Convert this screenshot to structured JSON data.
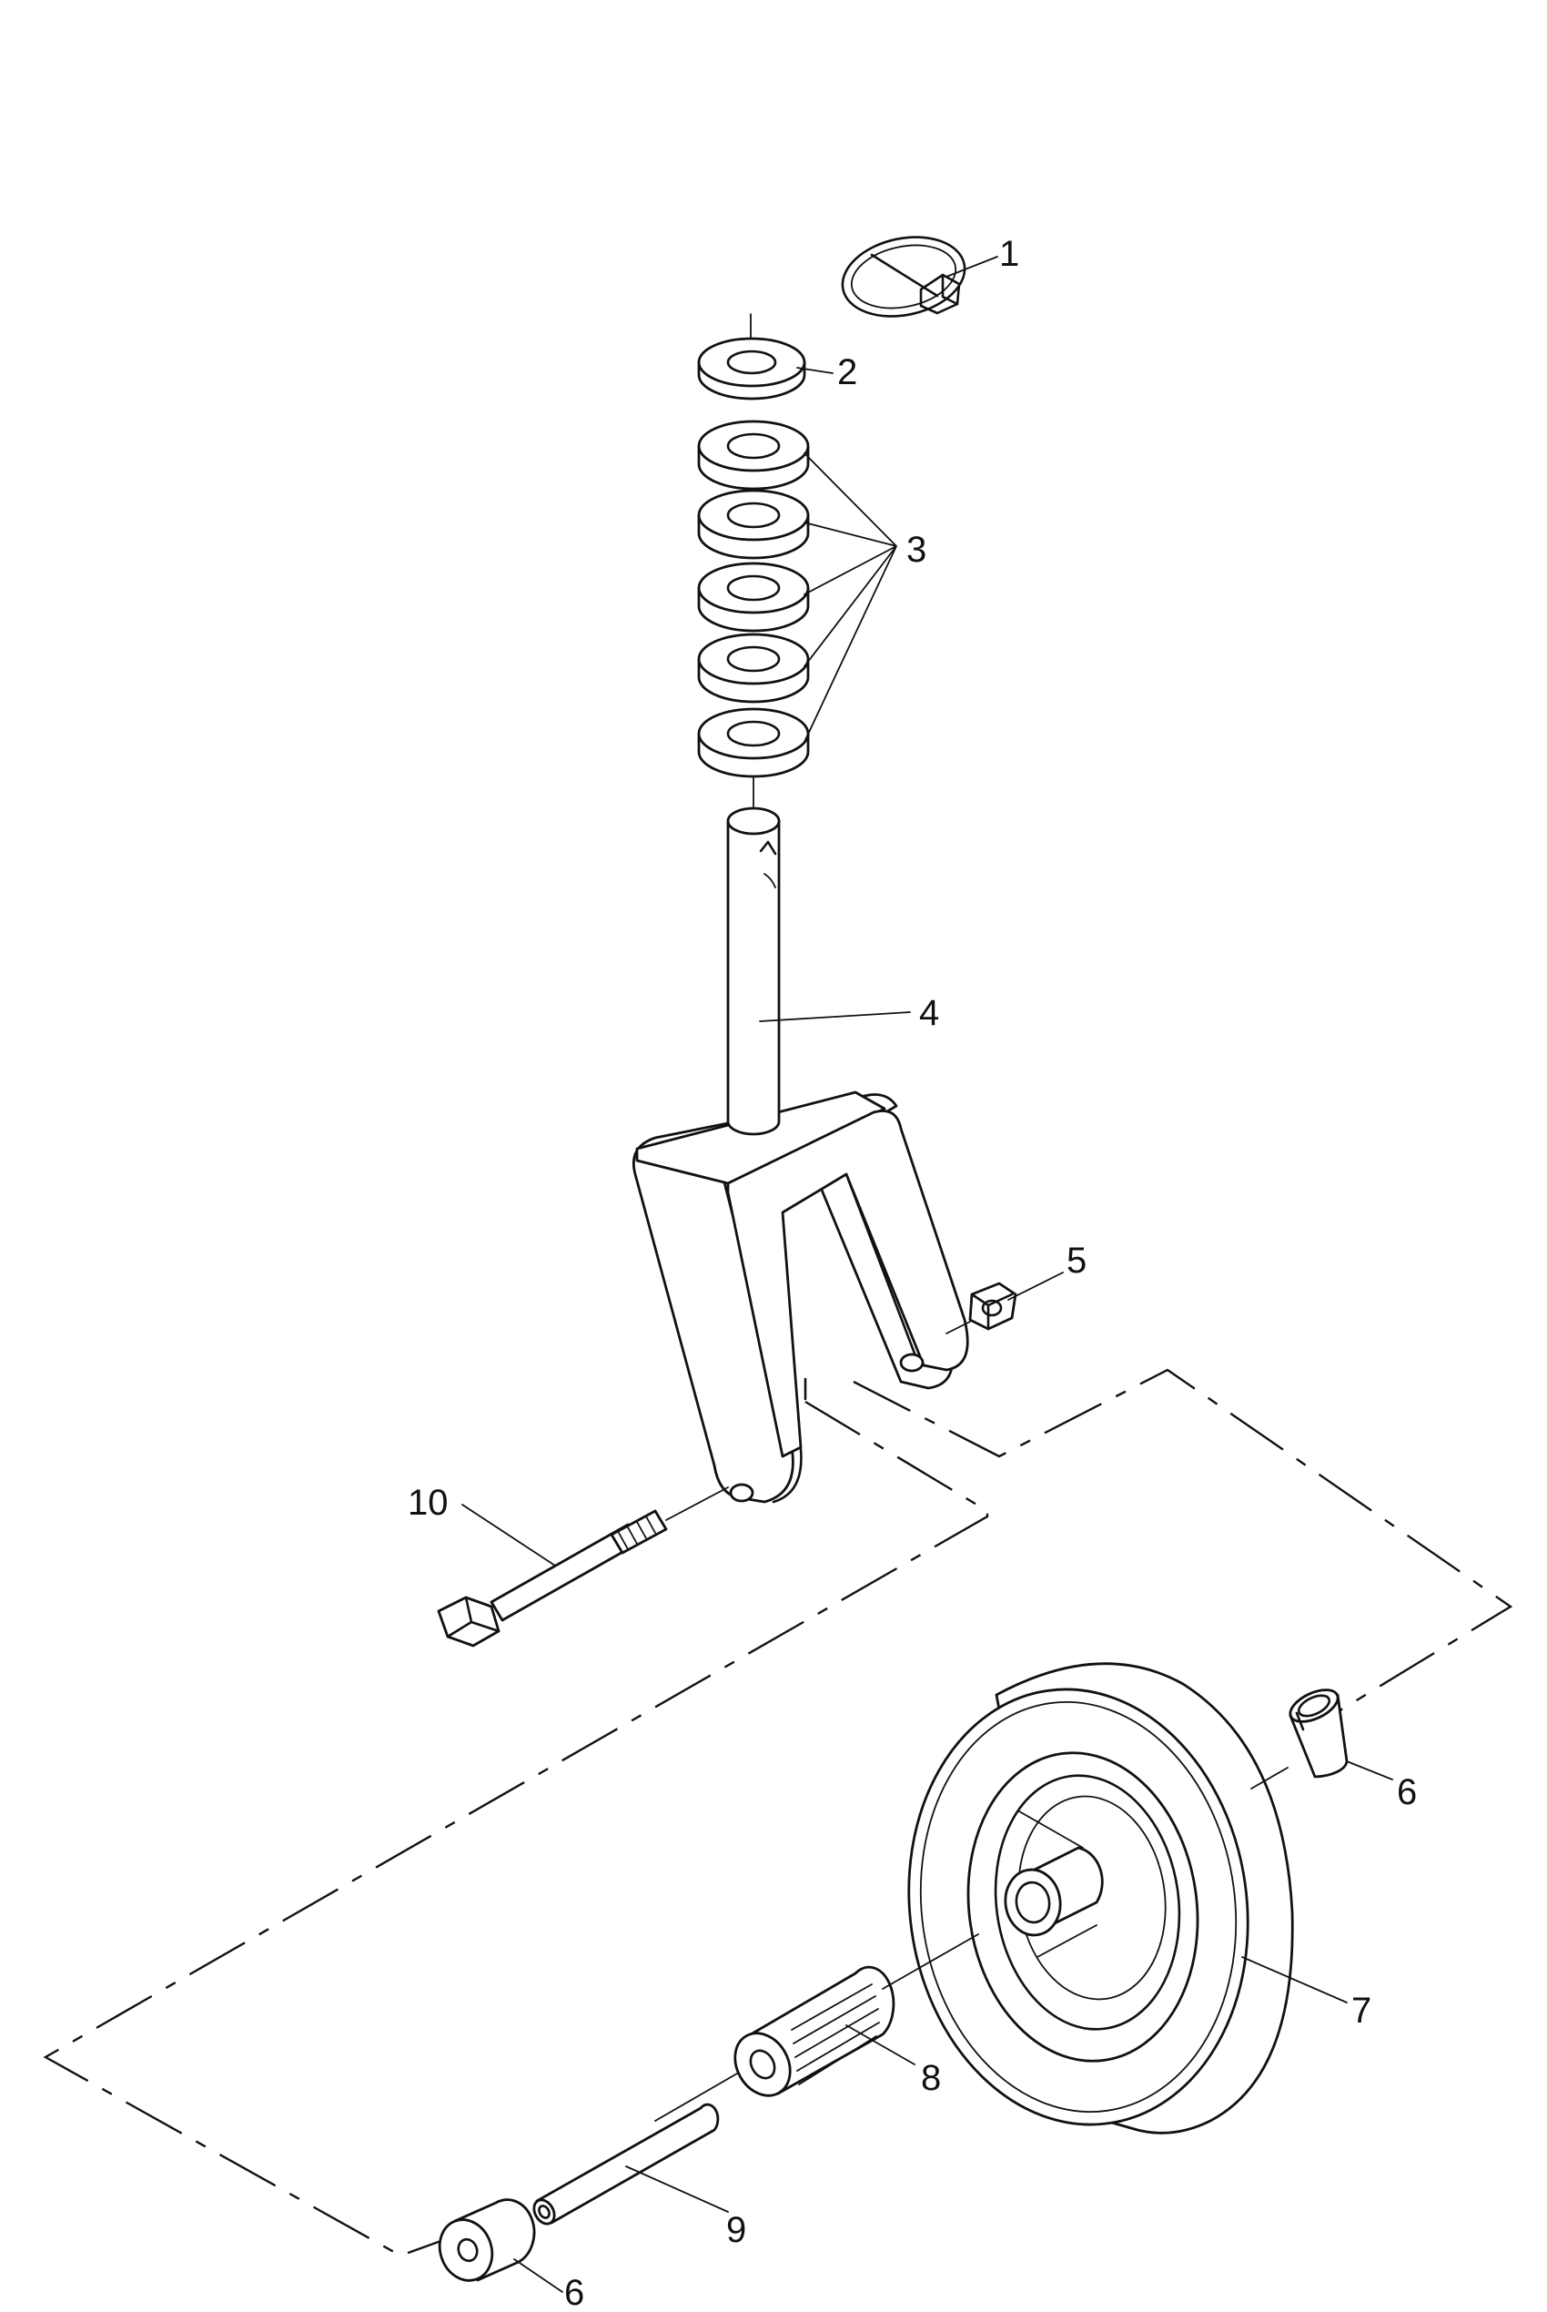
{
  "diagram": {
    "callouts": [
      {
        "id": "1",
        "label": "1",
        "part": "lynch-pin"
      },
      {
        "id": "2",
        "label": "2",
        "part": "washer"
      },
      {
        "id": "3",
        "label": "3",
        "part": "spacer"
      },
      {
        "id": "4",
        "label": "4",
        "part": "fork-spindle"
      },
      {
        "id": "5",
        "label": "5",
        "part": "nut"
      },
      {
        "id": "6a",
        "label": "6",
        "part": "bushing"
      },
      {
        "id": "6b",
        "label": "6",
        "part": "bushing"
      },
      {
        "id": "7",
        "label": "7",
        "part": "wheel"
      },
      {
        "id": "8",
        "label": "8",
        "part": "roller-bearing"
      },
      {
        "id": "9",
        "label": "9",
        "part": "sleeve"
      },
      {
        "id": "10",
        "label": "10",
        "part": "bolt"
      }
    ]
  }
}
